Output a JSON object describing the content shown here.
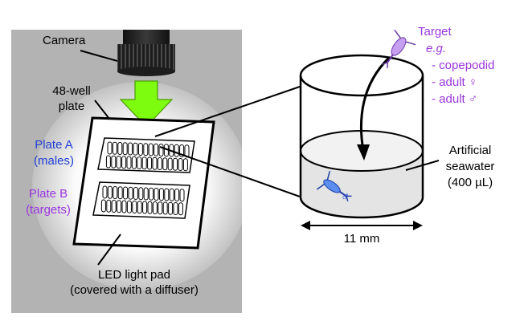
{
  "labels": {
    "camera": "Camera",
    "plate_line1": "48-well",
    "plate_line2": "plate",
    "plate_a_line1": "Plate A",
    "plate_a_line2": "(males)",
    "plate_b_line1": "Plate B",
    "plate_b_line2": "(targets)",
    "led_line1": "LED light pad",
    "led_line2": "(covered with a diffuser)",
    "target": "Target",
    "eg": "e.g.",
    "copepodid": "- copepodid",
    "adult_female": "- adult ♀",
    "adult_male": "- adult ♂",
    "seawater_line1": "Artificial",
    "seawater_line2": "seawater",
    "seawater_line3": "(400 µL)",
    "male_symbol": "♂",
    "width": "11 mm"
  },
  "colors": {
    "panel_gray": "#b3b3b3",
    "arrow_green": "#7dfc10",
    "blue_text": "#1f3fd6",
    "purple_text": "#9a36e0",
    "copepod_blue": "#3a78e8",
    "copepod_purple": "#b57ee6"
  }
}
